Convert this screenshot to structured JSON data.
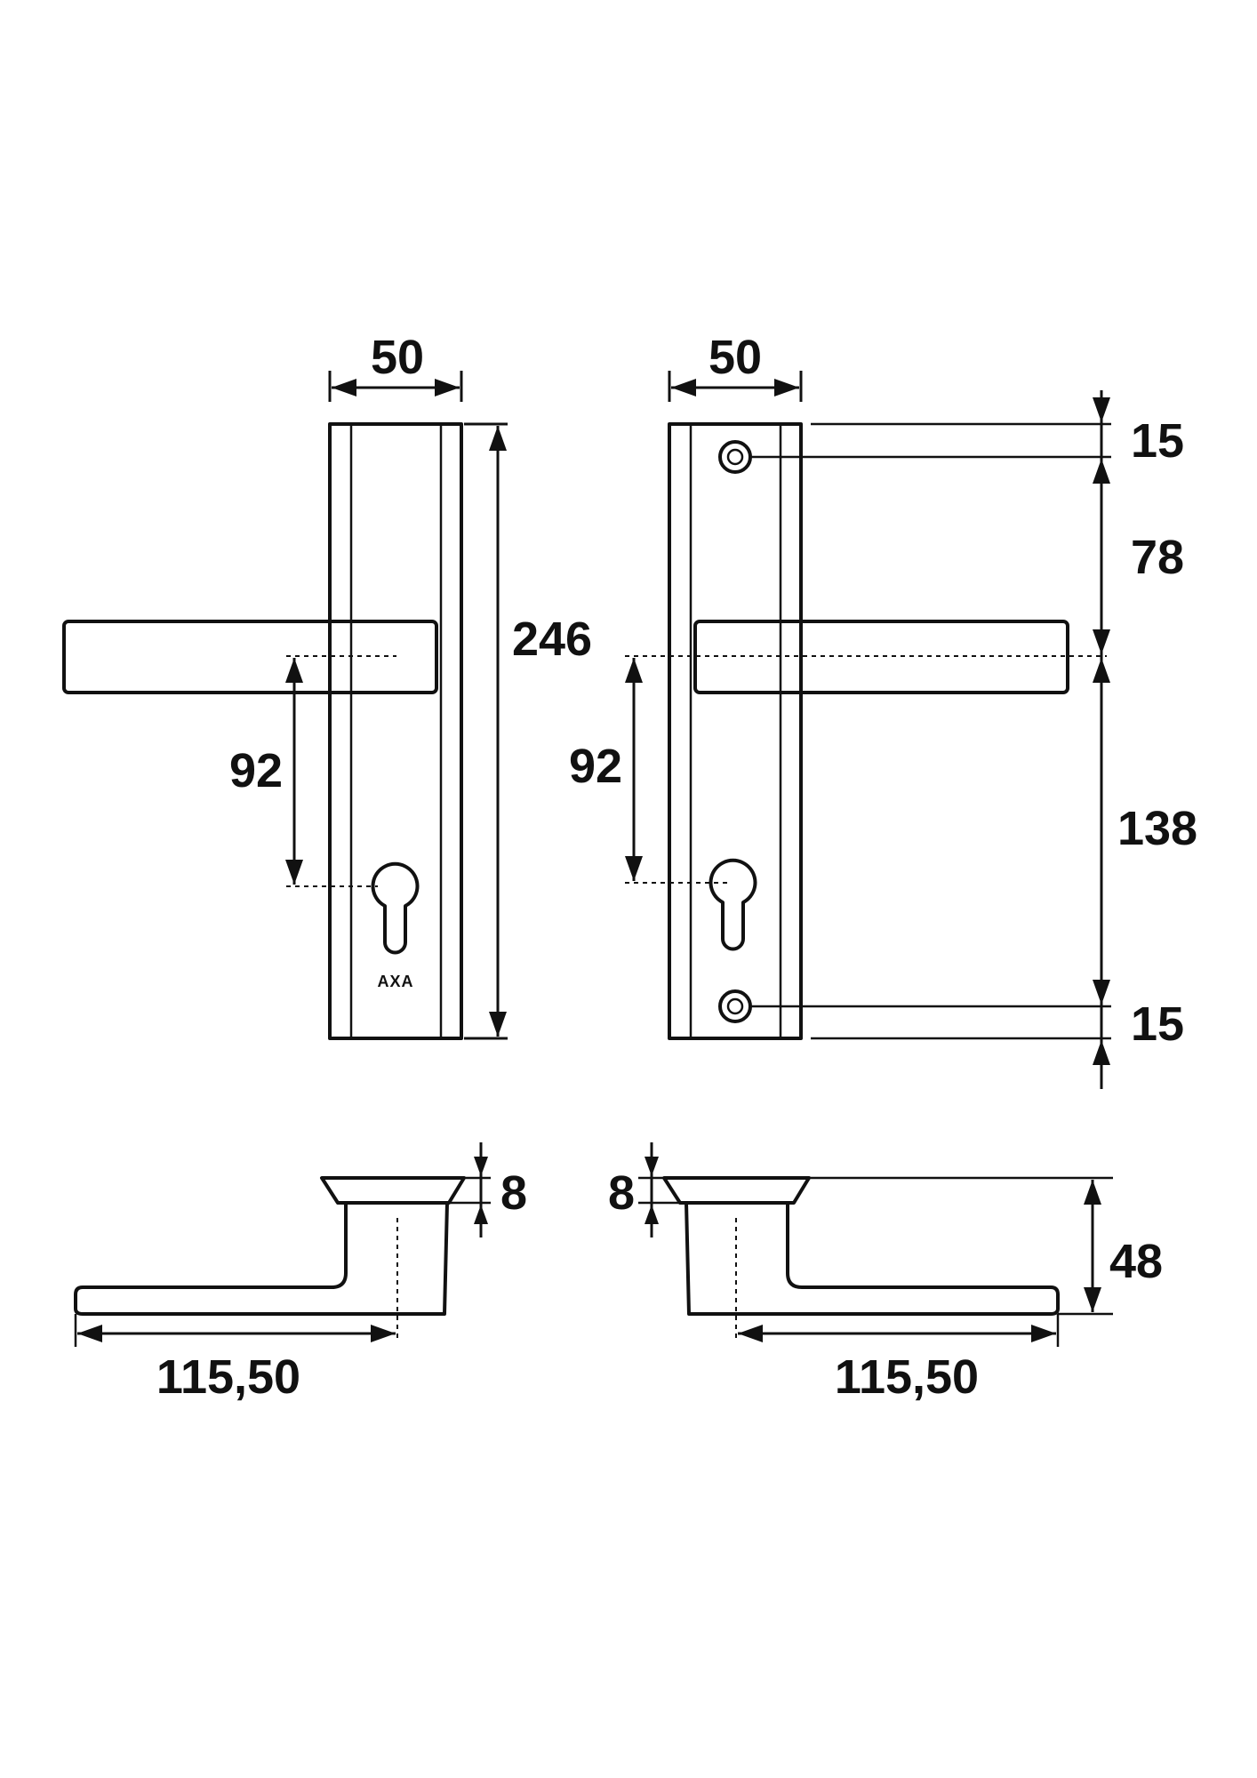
{
  "dimensions": {
    "left_plate_width": "50",
    "right_plate_width": "50",
    "plate_height": "246",
    "left_handle_to_cylinder": "92",
    "right_handle_to_cylinder": "92",
    "top_screw_offset": "15",
    "screw_to_handle": "78",
    "handle_to_screw": "138",
    "bottom_screw_offset": "15",
    "left_rose_height": "8",
    "right_rose_height": "8",
    "handle_height": "48",
    "left_handle_length": "115,50",
    "right_handle_length": "115,50"
  },
  "brand": "AXA"
}
